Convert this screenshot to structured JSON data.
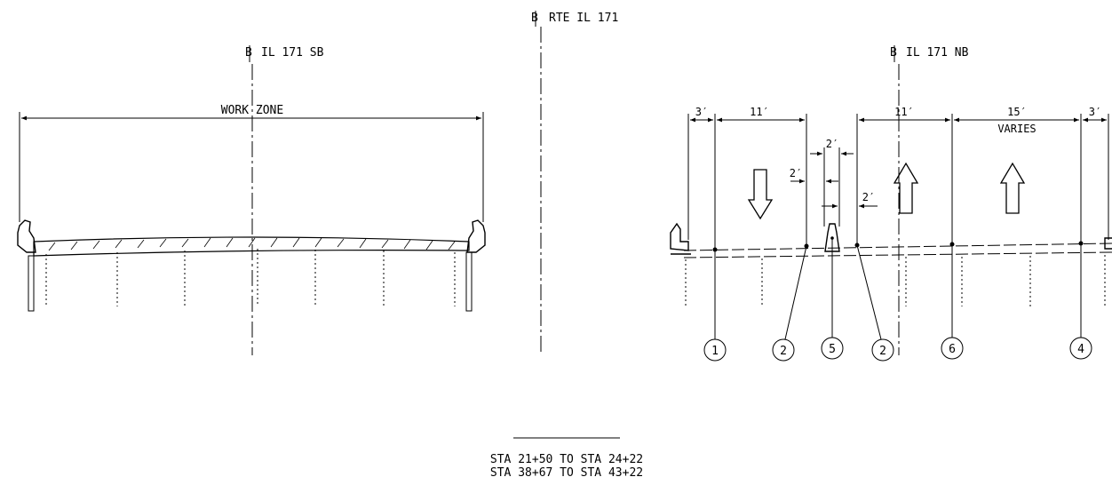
{
  "centerlines": {
    "main": "RTE IL 171",
    "southbound": "IL 171 SB",
    "northbound": "IL 171 NB"
  },
  "southbound_section": {
    "dimension_label": "WORK ZONE"
  },
  "northbound_section": {
    "dimensions": {
      "shoulder_left": "3′",
      "lane_1": "11′",
      "lane_2": "11′",
      "lane_3": "15′",
      "lane_3_note": "VARIES",
      "shoulder_right": "3′",
      "median_top": "2′",
      "median_left": "2′",
      "median_right": "2′"
    },
    "callouts": [
      "1",
      "2",
      "5",
      "2",
      "6",
      "4"
    ]
  },
  "stations": [
    "STA 21+50 TO STA 24+22",
    "STA 38+67 TO STA 43+22"
  ]
}
